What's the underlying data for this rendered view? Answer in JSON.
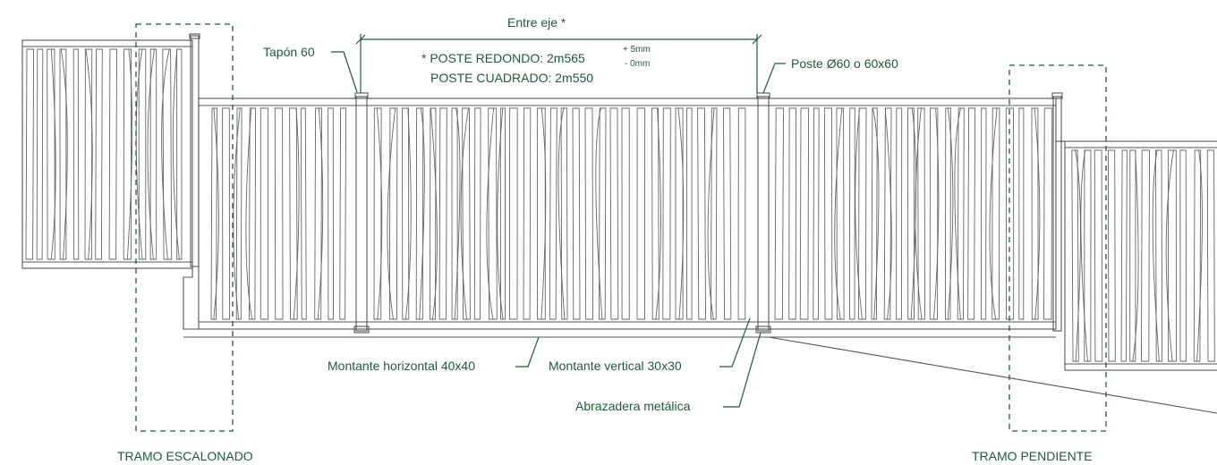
{
  "labels": {
    "entre_eje": "Entre eje *",
    "poste_redondo": "* POSTE REDONDO: 2m565",
    "tol_plus": "+ 5mm",
    "tol_minus": "- 0mm",
    "poste_cuadrado": "POSTE CUADRADO: 2m550",
    "tapon": "Tapón 60",
    "poste": "Poste Ø60 o 60x60",
    "montante_horizontal": "Montante horizontal 40x40",
    "montante_vertical": "Montante vertical 30x30",
    "abrazadera": "Abrazadera metálica",
    "tramo_escalonado": "TRAMO ESCALONADO",
    "tramo_pendiente": "TRAMO PENDIENTE"
  },
  "colors": {
    "annotation": "#1f5a36",
    "drawing": "#555555",
    "background": "#ffffff"
  }
}
